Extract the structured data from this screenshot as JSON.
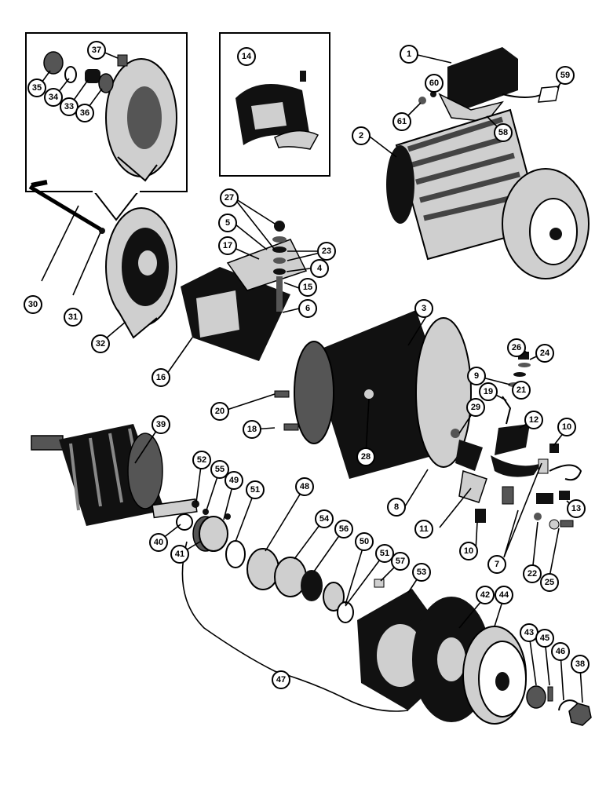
{
  "diagram": {
    "type": "exploded-parts-view",
    "callout_labels": [
      "1",
      "2",
      "3",
      "4",
      "5",
      "6",
      "7",
      "8",
      "9",
      "10",
      "11",
      "12",
      "13",
      "14",
      "15",
      "16",
      "17",
      "18",
      "19",
      "20",
      "21",
      "22",
      "23",
      "24",
      "25",
      "26",
      "27",
      "28",
      "29",
      "30",
      "31",
      "32",
      "33",
      "34",
      "35",
      "36",
      "37",
      "38",
      "39",
      "40",
      "41",
      "42",
      "43",
      "44",
      "45",
      "46",
      "47",
      "48",
      "49",
      "50",
      "51",
      "52",
      "53",
      "54",
      "55",
      "56",
      "57",
      "58",
      "59",
      "60",
      "61"
    ]
  },
  "callouts": [
    {
      "id": "c1",
      "label": "1"
    },
    {
      "id": "c2",
      "label": "2"
    },
    {
      "id": "c3",
      "label": "3"
    },
    {
      "id": "c4",
      "label": "4"
    },
    {
      "id": "c5",
      "label": "5"
    },
    {
      "id": "c6",
      "label": "6"
    },
    {
      "id": "c7",
      "label": "7"
    },
    {
      "id": "c8",
      "label": "8"
    },
    {
      "id": "c9",
      "label": "9"
    },
    {
      "id": "c10a",
      "label": "10"
    },
    {
      "id": "c10b",
      "label": "10"
    },
    {
      "id": "c11",
      "label": "11"
    },
    {
      "id": "c12",
      "label": "12"
    },
    {
      "id": "c13",
      "label": "13"
    },
    {
      "id": "c14",
      "label": "14"
    },
    {
      "id": "c15",
      "label": "15"
    },
    {
      "id": "c16",
      "label": "16"
    },
    {
      "id": "c17",
      "label": "17"
    },
    {
      "id": "c18",
      "label": "18"
    },
    {
      "id": "c19",
      "label": "19"
    },
    {
      "id": "c20",
      "label": "20"
    },
    {
      "id": "c21",
      "label": "21"
    },
    {
      "id": "c22",
      "label": "22"
    },
    {
      "id": "c23",
      "label": "23"
    },
    {
      "id": "c24",
      "label": "24"
    },
    {
      "id": "c25",
      "label": "25"
    },
    {
      "id": "c26",
      "label": "26"
    },
    {
      "id": "c27",
      "label": "27"
    },
    {
      "id": "c28",
      "label": "28"
    },
    {
      "id": "c29",
      "label": "29"
    },
    {
      "id": "c30",
      "label": "30"
    },
    {
      "id": "c31",
      "label": "31"
    },
    {
      "id": "c32",
      "label": "32"
    },
    {
      "id": "c33",
      "label": "33"
    },
    {
      "id": "c34",
      "label": "34"
    },
    {
      "id": "c35",
      "label": "35"
    },
    {
      "id": "c36",
      "label": "36"
    },
    {
      "id": "c37",
      "label": "37"
    },
    {
      "id": "c38",
      "label": "38"
    },
    {
      "id": "c39",
      "label": "39"
    },
    {
      "id": "c40",
      "label": "40"
    },
    {
      "id": "c41",
      "label": "41"
    },
    {
      "id": "c42",
      "label": "42"
    },
    {
      "id": "c43",
      "label": "43"
    },
    {
      "id": "c44",
      "label": "44"
    },
    {
      "id": "c45",
      "label": "45"
    },
    {
      "id": "c46",
      "label": "46"
    },
    {
      "id": "c47",
      "label": "47"
    },
    {
      "id": "c48",
      "label": "48"
    },
    {
      "id": "c49",
      "label": "49"
    },
    {
      "id": "c50",
      "label": "50"
    },
    {
      "id": "c51a",
      "label": "51"
    },
    {
      "id": "c51b",
      "label": "51"
    },
    {
      "id": "c52",
      "label": "52"
    },
    {
      "id": "c53",
      "label": "53"
    },
    {
      "id": "c54",
      "label": "54"
    },
    {
      "id": "c55",
      "label": "55"
    },
    {
      "id": "c56",
      "label": "56"
    },
    {
      "id": "c57",
      "label": "57"
    },
    {
      "id": "c58",
      "label": "58"
    },
    {
      "id": "c59",
      "label": "59"
    },
    {
      "id": "c60",
      "label": "60"
    },
    {
      "id": "c61",
      "label": "61"
    }
  ]
}
